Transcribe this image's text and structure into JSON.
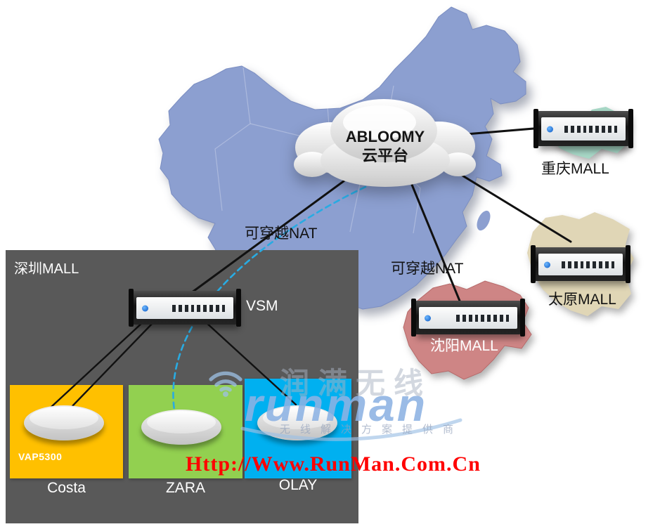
{
  "cloud": {
    "line1": "ABLOOMY",
    "line2": "云平台"
  },
  "connections": {
    "nat_label_left": "可穿越NAT",
    "nat_label_right": "可穿越NAT"
  },
  "sites": [
    {
      "label": "重庆MALL"
    },
    {
      "label": "太原MALL"
    },
    {
      "label": "沈阳MALL"
    }
  ],
  "mall": {
    "title": "深圳MALL",
    "vsm_label": "VSM",
    "stores": [
      {
        "name": "Costa",
        "color": "#FFC000",
        "device": "VAP5300"
      },
      {
        "name": "ZARA",
        "color": "#92D050"
      },
      {
        "name": "OLAY",
        "color": "#00B0F0"
      }
    ]
  },
  "watermark": {
    "cn_title": "润满无线",
    "brand": "runman",
    "tagline": "无线解决方案提供商",
    "url": "Http://Www.RunMan.Com.Cn"
  },
  "colors": {
    "map": "#8C9FD0",
    "region_teal": "#A7D7C6",
    "region_tan": "#E0D6B6",
    "region_red": "#CE8585",
    "panel": "#595959",
    "line": "#111111",
    "dashed_line": "#29ABE2"
  }
}
